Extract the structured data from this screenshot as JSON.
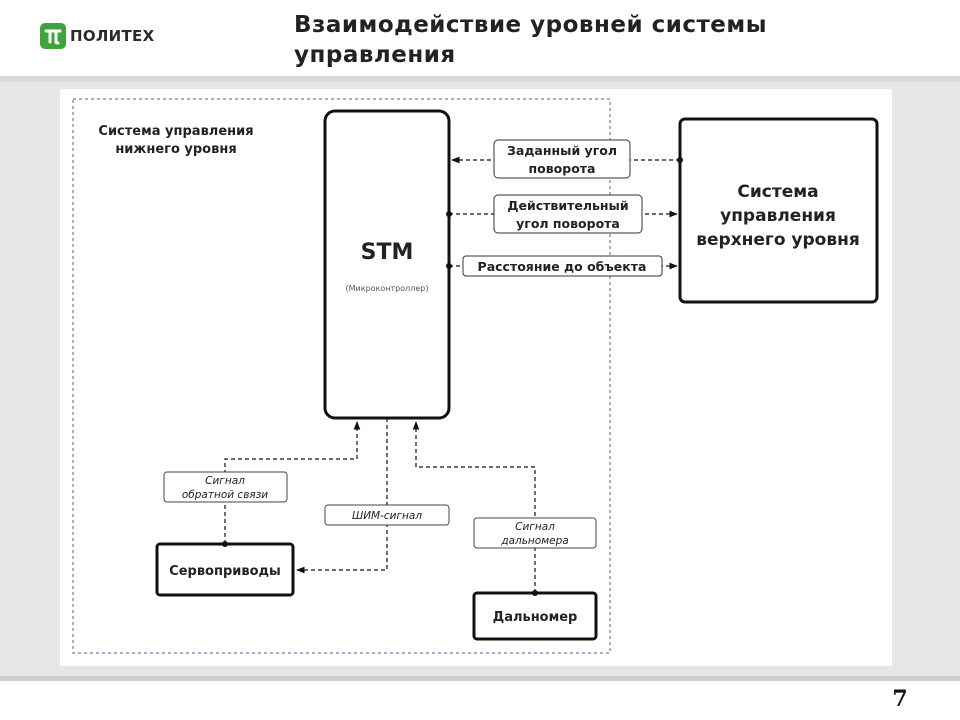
{
  "header": {
    "logo_text": "ПОЛИТЕХ",
    "title_line1": "Взаимодействие уровней системы",
    "title_line2": "управления"
  },
  "diagram": {
    "lower_system_label_1": "Система управления",
    "lower_system_label_2": "нижнего уровня",
    "stm_title": "STM",
    "stm_subtitle": "(Микроконтроллер)",
    "upper_system_line1": "Система",
    "upper_system_line2": "управления",
    "upper_system_line3": "верхнего уровня",
    "signal_set_angle_1": "Заданный угол",
    "signal_set_angle_2": "поворота",
    "signal_actual_angle_1": "Действительный",
    "signal_actual_angle_2": "угол поворота",
    "signal_distance": "Расстояние до объекта",
    "feedback_1": "Сигнал",
    "feedback_2": "обратной связи",
    "pwm": "ШИМ-сигнал",
    "rangefinder_signal_1": "Сигнал",
    "rangefinder_signal_2": "дальномера",
    "servos": "Сервоприводы",
    "rangefinder": "Дальномер"
  },
  "page_number": "7",
  "colors": {
    "accent": "#3ea53e",
    "frame_dash": "#5a5aa8",
    "stroke": "#111111"
  }
}
